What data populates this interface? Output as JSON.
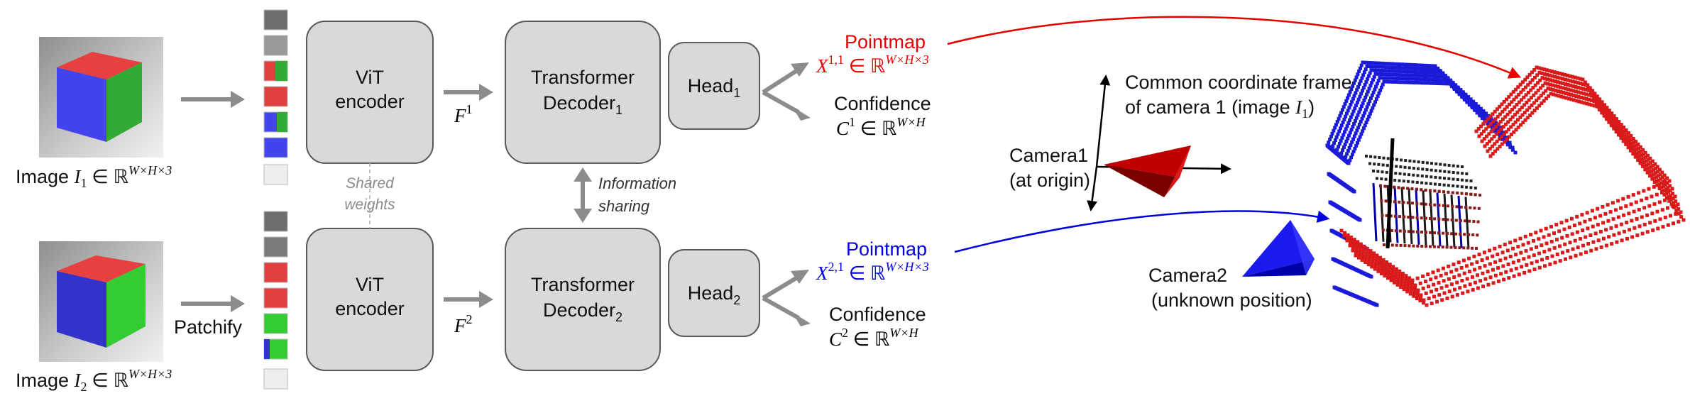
{
  "inputs": [
    {
      "prefix": "Image ",
      "var": "I",
      "sub": "1",
      "expr": " ∈ ℝ",
      "sup": "W×H×3"
    },
    {
      "prefix": "Image ",
      "var": "I",
      "sub": "2",
      "expr": " ∈ ℝ",
      "sup": "W×H×3"
    }
  ],
  "patchify_label": "Patchify",
  "shared_weights": [
    "Shared",
    "weights"
  ],
  "encoder_label": [
    "ViT",
    "encoder"
  ],
  "features": [
    {
      "var": "F",
      "sup": "1"
    },
    {
      "var": "F",
      "sup": "2"
    }
  ],
  "decoder_label": "Transformer",
  "decoders": [
    {
      "name": "Decoder",
      "sub": "1"
    },
    {
      "name": "Decoder",
      "sub": "2"
    }
  ],
  "info_sharing": [
    "Information",
    "sharing"
  ],
  "heads": [
    {
      "name": "Head",
      "sub": "1"
    },
    {
      "name": "Head",
      "sub": "2"
    }
  ],
  "pointmaps": [
    {
      "label": "Pointmap",
      "var": "X",
      "sup": "1,1",
      "expr": " ∈ ℝ",
      "sup2": "W×H×3",
      "color": "#e60000"
    },
    {
      "label": "Pointmap",
      "var": "X",
      "sup": "2,1",
      "expr": " ∈ ℝ",
      "sup2": "W×H×3",
      "color": "#0000e0"
    }
  ],
  "confidences": [
    {
      "label": "Confidence",
      "var": "C",
      "sup": "1",
      "expr": " ∈ ℝ",
      "sup2": "W×H"
    },
    {
      "label": "Confidence",
      "var": "C",
      "sup": "2",
      "expr": " ∈ ℝ",
      "sup2": "W×H"
    }
  ],
  "frame_label": {
    "line1": "Common coordinate frame",
    "line2": "of camera 1 (image ",
    "var": "I",
    "sub": "1",
    "close": ")"
  },
  "camera1": [
    "Camera1",
    "(at origin)"
  ],
  "camera2": [
    "Camera2",
    "(unknown position)"
  ],
  "colors": {
    "box_fill": "#d9d9d9",
    "arrow_gray": "#8c8c8c",
    "red": "#e60000",
    "blue": "#0000e0",
    "camera1": "#c00000",
    "camera2": "#0000ee"
  }
}
